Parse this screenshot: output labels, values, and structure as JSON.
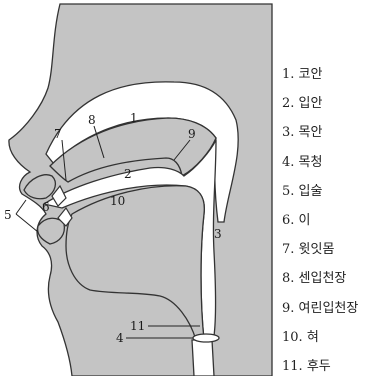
{
  "diagram": {
    "callouts": {
      "c1": "1",
      "c2": "2",
      "c3": "3",
      "c4": "4",
      "c5": "5",
      "c6": "6",
      "c7": "7",
      "c8": "8",
      "c9": "9",
      "c10": "10",
      "c11": "11"
    },
    "legend": [
      {
        "num": "1.",
        "label": "코안"
      },
      {
        "num": "2.",
        "label": "입안"
      },
      {
        "num": "3.",
        "label": "목안"
      },
      {
        "num": "4.",
        "label": "목청"
      },
      {
        "num": "5.",
        "label": "입술"
      },
      {
        "num": "6.",
        "label": "이"
      },
      {
        "num": "7.",
        "label": "윗잇몸"
      },
      {
        "num": "8.",
        "label": "센입천장"
      },
      {
        "num": "9.",
        "label": "여린입천장"
      },
      {
        "num": "10.",
        "label": "혀"
      },
      {
        "num": "11.",
        "label": "후두"
      }
    ],
    "colors": {
      "tissue": "#c4c4c4",
      "outline": "#333333",
      "cavity": "#ffffff"
    }
  }
}
